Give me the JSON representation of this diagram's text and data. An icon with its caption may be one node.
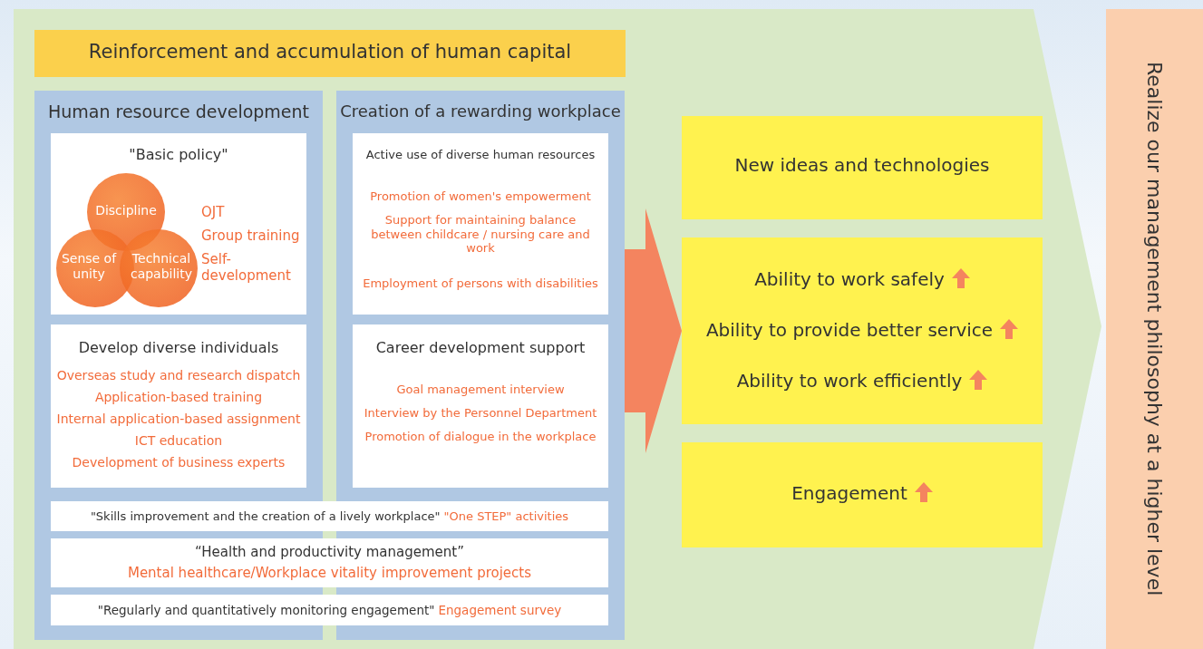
{
  "diagram": {
    "nodes": [
      {
        "text": [
          "Reinforcement and accumulation of human capital"
        ]
      },
      {
        "text": [
          "Human resource development"
        ]
      },
      {
        "text": [
          "Creation of a rewarding workplace"
        ]
      },
      {
        "text": [
          "\"Basic policy\"",
          "OJT",
          "Group training",
          "Self-development"
        ],
        "in": 1
      },
      {
        "text": [
          "Discipline"
        ],
        "in": 3
      },
      {
        "text": [
          "Sense of unity"
        ],
        "in": 3
      },
      {
        "text": [
          "Technical capability"
        ],
        "in": 3
      },
      {
        "text": [
          "Active use of diverse human resources",
          "Promotion of women's empowerment",
          "Support for maintaining balance between childcare / nursing care and work",
          "Employment of persons with disabilities"
        ],
        "in": 2
      },
      {
        "text": [
          "Develop diverse individuals",
          "Overseas study and research dispatch",
          "Application-based training",
          "Internal application-based assignment",
          "ICT education",
          "Development of business experts"
        ],
        "in": 1
      },
      {
        "text": [
          "Career development support",
          "Goal management interview",
          "Interview by the Personnel Department",
          "Promotion of dialogue in the workplace"
        ],
        "in": 2
      },
      {
        "text": [
          "\"Skills improvement and the creation of a lively workplace\"",
          "\"One STEP\" activities"
        ]
      },
      {
        "text": [
          "“Health and productivity management”",
          "Mental healthcare/Workplace vitality improvement projects"
        ]
      },
      {
        "text": [
          "\"Regularly and quantitatively monitoring engagement\"",
          "Engagement survey"
        ]
      },
      {
        "text": [
          "New ideas and technologies"
        ]
      },
      {
        "text": [
          "Ability to work safely",
          "Ability to provide better service",
          "Ability to work efficiently"
        ]
      },
      {
        "text": [
          "Engagement"
        ]
      },
      {
        "text": [
          "Realize our management philosophy at a higher level"
        ]
      }
    ],
    "edges": [
      {
        "from": 2,
        "to": 14,
        "arrow": "to",
        "style": "thick",
        "color": "#f4845f"
      }
    ]
  }
}
